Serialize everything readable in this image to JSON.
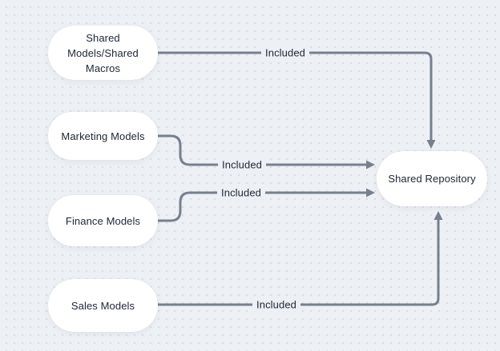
{
  "colors": {
    "background": "#edf0f4",
    "dot_grid": "#d7dbe1",
    "connector": "#76808e",
    "node_fill": "#ffffff",
    "text": "#1d2634"
  },
  "diagram": {
    "nodes": [
      {
        "id": "shared-models-macros",
        "label": "Shared Models/Shared Macros",
        "lines": [
          "Shared",
          "Models/Shared",
          "Macros"
        ]
      },
      {
        "id": "marketing-models",
        "label": "Marketing Models"
      },
      {
        "id": "finance-models",
        "label": "Finance Models"
      },
      {
        "id": "sales-models",
        "label": "Sales Models"
      },
      {
        "id": "shared-repository",
        "label": "Shared Repository"
      }
    ],
    "edges": [
      {
        "from": "shared-models-macros",
        "to": "shared-repository",
        "label": "Included"
      },
      {
        "from": "marketing-models",
        "to": "shared-repository",
        "label": "Included"
      },
      {
        "from": "finance-models",
        "to": "shared-repository",
        "label": "Included"
      },
      {
        "from": "sales-models",
        "to": "shared-repository",
        "label": "Included"
      }
    ]
  }
}
